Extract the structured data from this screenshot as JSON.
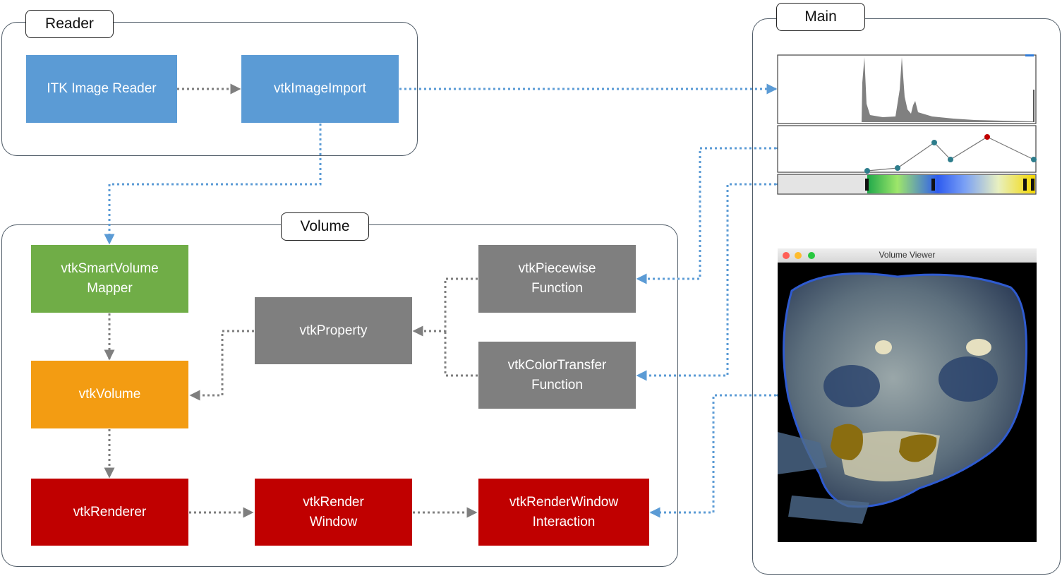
{
  "groups": {
    "reader": "Reader",
    "volume": "Volume",
    "main": "Main"
  },
  "nodes": {
    "itk_reader": "ITK Image Reader",
    "vtk_image_import": "vtkImageImport",
    "smart_mapper_line1": "vtkSmartVolume",
    "smart_mapper_line2": "Mapper",
    "vtk_volume": "vtkVolume",
    "vtk_property": "vtkProperty",
    "piecewise_line1": "vtkPiecewise",
    "piecewise_line2": "Function",
    "color_transfer_line1": "vtkColorTransfer",
    "color_transfer_line2": "Function",
    "renderer": "vtkRenderer",
    "render_window_line1": "vtkRender",
    "render_window_line2": "Window",
    "interaction_line1": "vtkRenderWindow",
    "interaction_line2": "Interaction"
  },
  "viewer": {
    "title": "Volume Viewer"
  },
  "colors": {
    "blue_node": "#5b9bd5",
    "green_node": "#70ad47",
    "orange_node": "#f39c12",
    "grey_node": "#7f7f7f",
    "red_node": "#c00000",
    "blue_connector": "#5b9bd5",
    "grey_connector": "#7f7f7f",
    "histogram_fill": "#808080",
    "selected_point": "#c00000",
    "normal_point": "#2e7d8c"
  },
  "icons": {
    "viewer_controls": [
      "close-dot",
      "minimize-dot",
      "zoom-dot"
    ]
  }
}
